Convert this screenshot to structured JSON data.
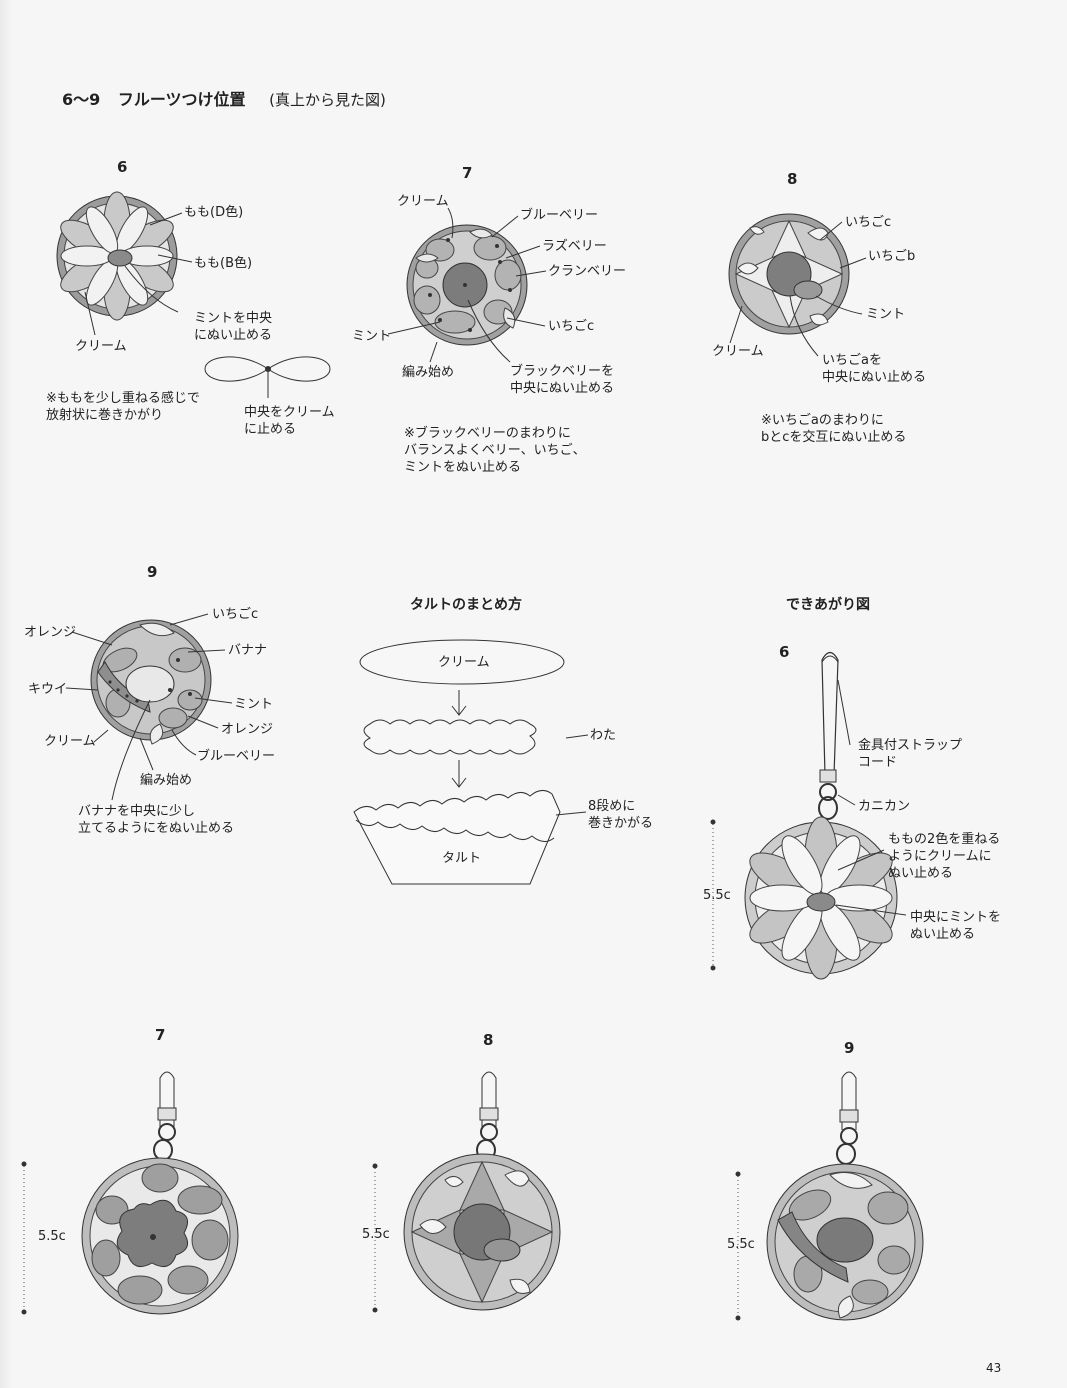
{
  "heading": {
    "number": "6〜9",
    "title": "フルーツつけ位置",
    "subtitle": "(真上から見た図)"
  },
  "fig6": {
    "number": "6",
    "labels": {
      "peach_d": "もも(D色)",
      "peach_b": "もも(B色)",
      "mint": "ミントを中央\nにぬい止める",
      "cream": "クリーム"
    },
    "note": "※ももを少し重ねる感じで\n放射状に巻きかがり",
    "bow_note": "中央をクリーム\nに止める"
  },
  "fig7": {
    "number": "7",
    "labels": {
      "cream": "クリーム",
      "blueberry": "ブルーベリー",
      "raspberry": "ラズベリー",
      "cranberry": "クランベリー",
      "strawberry_c": "いちごc",
      "mint": "ミント",
      "start": "編み始め",
      "blackberry": "ブラックベリーを\n中央にぬい止める"
    },
    "note": "※ブラックベリーのまわりに\nバランスよくベリー、いちご、\nミントをぬい止める"
  },
  "fig8": {
    "number": "8",
    "labels": {
      "strawberry_c": "いちごc",
      "strawberry_b": "いちごb",
      "mint": "ミント",
      "cream": "クリーム",
      "strawberry_a": "いちごaを\n中央にぬい止める"
    },
    "note": "※いちごaのまわりに\nbとcを交互にぬい止める"
  },
  "fig9": {
    "number": "9",
    "labels": {
      "strawberry_c": "いちごc",
      "orange_1": "オレンジ",
      "banana": "バナナ",
      "kiwi": "キウイ",
      "mint": "ミント",
      "orange_2": "オレンジ",
      "cream": "クリーム",
      "blueberry": "ブルーベリー",
      "start": "編み始め",
      "banana_note": "バナナを中央に少し\n立てるようにをぬい止める"
    }
  },
  "tart": {
    "title": "タルトのまとめ方",
    "cream": "クリーム",
    "cotton": "わた",
    "row8": "8段めに\n巻きかがる",
    "tart": "タルト"
  },
  "finished": {
    "title": "できあがり図",
    "number_6": "6",
    "strap": "金具付ストラップ\nコード",
    "kanikan": "カニカン",
    "peach_note": "ももの2色を重ねる\nようにクリームに\nぬい止める",
    "mint_note": "中央にミントを\nぬい止める",
    "size_6": "5.5c",
    "number_7": "7",
    "size_7": "5.5c",
    "number_8": "8",
    "size_8": "5.5c",
    "number_9": "9",
    "size_9": "5.5c"
  },
  "page_number": "43"
}
